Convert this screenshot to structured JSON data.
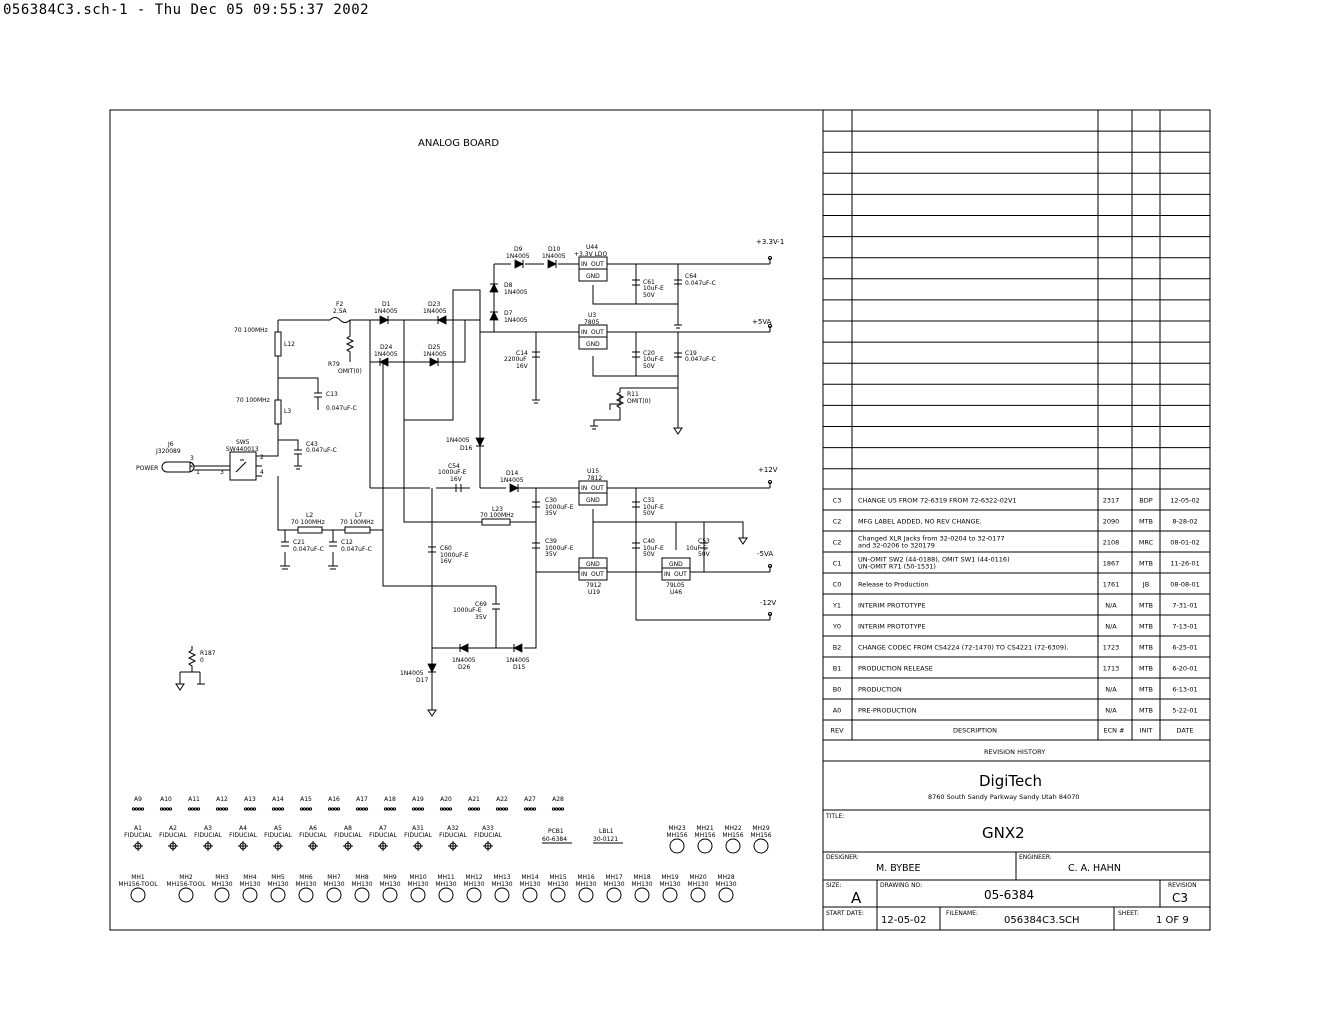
{
  "window": {
    "title": "056384C3.sch-1 - Thu Dec 05 09:55:37 2002"
  },
  "schematic": {
    "title": "ANALOG BOARD",
    "rails": [
      "+3.3V-1",
      "+5VA",
      "+12V",
      "-5VA",
      "-12V"
    ],
    "parts": {
      "f2": [
        "F2",
        "2.5A"
      ],
      "r79": [
        "R79",
        "OMIT(0)"
      ],
      "l12": [
        "70 100MHz",
        "L12"
      ],
      "l3": [
        "70 100MHz",
        "L3"
      ],
      "c13": [
        "C13",
        "0.047uF-C"
      ],
      "c43": [
        "C43",
        "0.047uF-C"
      ],
      "j6": [
        "J6",
        "J320089",
        "POWER"
      ],
      "sw5": [
        "SW5",
        "SW440013"
      ],
      "d1": [
        "D1",
        "1N4005"
      ],
      "d23": [
        "D23",
        "1N4005"
      ],
      "d24": [
        "D24",
        "1N4005"
      ],
      "d25": [
        "D25",
        "1N4005"
      ],
      "d9": [
        "D9",
        "1N4005"
      ],
      "d10": [
        "D10",
        "1N4005"
      ],
      "d8": [
        "D8",
        "1N4005"
      ],
      "d7": [
        "D7",
        "1N4005"
      ],
      "u44": [
        "U44",
        "+3.3V LDO",
        "IN",
        "OUT",
        "GND"
      ],
      "u3": [
        "U3",
        "7805",
        "IN",
        "OUT",
        "GND"
      ],
      "c61": [
        "C61",
        "10uF-E",
        "50V"
      ],
      "c64": [
        "C64",
        "0.047uF-C"
      ],
      "c14": [
        "C14",
        "2200uF",
        "16V"
      ],
      "c20": [
        "C20",
        "10uF-E",
        "50V"
      ],
      "c19": [
        "C19",
        "0.047uF-C"
      ],
      "r11": [
        "R11",
        "OMIT(0)"
      ],
      "d16": [
        "1N4005",
        "D16"
      ],
      "c54": [
        "C54",
        "1000uF-E",
        "16V"
      ],
      "d14": [
        "D14",
        "1N4005"
      ],
      "u15": [
        "U15",
        "7812",
        "IN",
        "OUT",
        "GND"
      ],
      "c30": [
        "C30",
        "1000uF-E",
        "35V"
      ],
      "c31": [
        "C31",
        "10uF-E",
        "50V"
      ],
      "l23": [
        "L23",
        "70 100MHz"
      ],
      "l2": [
        "L2",
        "70 100MHz"
      ],
      "l7": [
        "L7",
        "70 100MHz"
      ],
      "c21": [
        "C21",
        "0.047uF-C"
      ],
      "c12": [
        "C12",
        "0.047uF-C"
      ],
      "c39": [
        "C39",
        "1000uF-E",
        "35V"
      ],
      "c40": [
        "C40",
        "10uF-E",
        "50V"
      ],
      "c53": [
        "C53",
        "10uF-E",
        "50V"
      ],
      "u19": [
        "7912",
        "U19",
        "GND",
        "IN",
        "OUT"
      ],
      "u46": [
        "79L05",
        "U46",
        "GND",
        "IN",
        "OUT"
      ],
      "c60": [
        "C60",
        "1000uF-E",
        "16V"
      ],
      "c69": [
        "C69",
        "1000uF-E",
        "35V"
      ],
      "d26": [
        "1N4005",
        "D26"
      ],
      "d15": [
        "1N4005",
        "D15"
      ],
      "d17": [
        "1N4005",
        "D17"
      ],
      "r187": [
        "R187",
        "0"
      ]
    },
    "pin_numbers": {
      "one": "1",
      "two": "2",
      "three": "3",
      "four": "4"
    },
    "test_points": [
      "A9",
      "A10",
      "A11",
      "A12",
      "A13",
      "A14",
      "A15",
      "A16",
      "A17",
      "A18",
      "A19",
      "A20",
      "A21",
      "A22",
      "A27",
      "A28"
    ],
    "fiducials": [
      {
        "ref": "A1",
        "label": "FIDUCIAL"
      },
      {
        "ref": "A2",
        "label": "FIDUCIAL"
      },
      {
        "ref": "A3",
        "label": "FIDUCIAL"
      },
      {
        "ref": "A4",
        "label": "FIDUCIAL"
      },
      {
        "ref": "A5",
        "label": "FIDUCIAL"
      },
      {
        "ref": "A6",
        "label": "FIDUCIAL"
      },
      {
        "ref": "A8",
        "label": "FIDUCIAL"
      },
      {
        "ref": "A7",
        "label": "FIDUCIAL"
      },
      {
        "ref": "A31",
        "label": "FIDUCIAL"
      },
      {
        "ref": "A32",
        "label": "FIDUCIAL"
      },
      {
        "ref": "A33",
        "label": "FIDUCIAL"
      }
    ],
    "pcb": {
      "ref": "PCB1",
      "value": "60-6384"
    },
    "lbl": {
      "ref": "LBL1",
      "value": "30-0121"
    },
    "top_mounting_holes": [
      {
        "ref": "MH23",
        "value": "MH156"
      },
      {
        "ref": "MH21",
        "value": "MH156"
      },
      {
        "ref": "MH22",
        "value": "MH156"
      },
      {
        "ref": "MH29",
        "value": "MH156"
      }
    ],
    "mounting_holes": [
      {
        "ref": "MH1",
        "value": "MH156-TOOL"
      },
      {
        "ref": "MH2",
        "value": "MH156-TOOL"
      },
      {
        "ref": "MH3",
        "value": "MH130"
      },
      {
        "ref": "MH4",
        "value": "MH130"
      },
      {
        "ref": "MH5",
        "value": "MH130"
      },
      {
        "ref": "MH6",
        "value": "MH130"
      },
      {
        "ref": "MH7",
        "value": "MH130"
      },
      {
        "ref": "MH8",
        "value": "MH130"
      },
      {
        "ref": "MH9",
        "value": "MH130"
      },
      {
        "ref": "MH10",
        "value": "MH130"
      },
      {
        "ref": "MH11",
        "value": "MH130"
      },
      {
        "ref": "MH12",
        "value": "MH130"
      },
      {
        "ref": "MH13",
        "value": "MH130"
      },
      {
        "ref": "MH14",
        "value": "MH130"
      },
      {
        "ref": "MH15",
        "value": "MH130"
      },
      {
        "ref": "MH16",
        "value": "MH130"
      },
      {
        "ref": "MH17",
        "value": "MH130"
      },
      {
        "ref": "MH18",
        "value": "MH130"
      },
      {
        "ref": "MH19",
        "value": "MH130"
      },
      {
        "ref": "MH20",
        "value": "MH130"
      },
      {
        "ref": "MH28",
        "value": "MH130"
      }
    ]
  },
  "revision_table": {
    "headers": {
      "rev": "REV",
      "description": "DESCRIPTION",
      "ecn": "ECN #",
      "init": "INIT",
      "date": "DATE"
    },
    "rows": [
      {
        "rev": "C3",
        "description": "CHANGE U5 FROM 72-6319 FROM 72-6322-02V1",
        "ecn": "2317",
        "init": "BDP",
        "date": "12-05-02"
      },
      {
        "rev": "C2",
        "description": "MFG LABEL ADDED, NO REV CHANGE.",
        "ecn": "2090",
        "init": "MTB",
        "date": "8-28-02"
      },
      {
        "rev": "C2",
        "description": "Changed XLR Jacks from 32-0204 to 32-0177",
        "description2": "and 32-0206 to 320179",
        "ecn": "2108",
        "init": "MRC",
        "date": "08-01-02"
      },
      {
        "rev": "C1",
        "description": "UN-OMIT SW2 (44-0188), OMIT SW1 (44-0116)",
        "description2": "UN-OMIT R71 (50-1531)",
        "ecn": "1867",
        "init": "MTB",
        "date": "11-26-01"
      },
      {
        "rev": "C0",
        "description": "Release to Production",
        "ecn": "1761",
        "init": "JB",
        "date": "08-08-01"
      },
      {
        "rev": "Y1",
        "description": "INTERIM PROTOTYPE",
        "ecn": "N/A",
        "init": "MTB",
        "date": "7-31-01"
      },
      {
        "rev": "Y0",
        "description": "INTERIM PROTOTYPE",
        "ecn": "N/A",
        "init": "MTB",
        "date": "7-13-01"
      },
      {
        "rev": "B2",
        "description": "CHANGE CODEC FROM CS4224 (72-1470) TO CS4221 (72-6309).",
        "ecn": "1723",
        "init": "MTB",
        "date": "6-25-01"
      },
      {
        "rev": "B1",
        "description": "PRODUCTION RELEASE",
        "ecn": "1713",
        "init": "MTB",
        "date": "6-20-01"
      },
      {
        "rev": "B0",
        "description": "PRODUCTION",
        "ecn": "N/A",
        "init": "MTB",
        "date": "6-13-01"
      },
      {
        "rev": "A0",
        "description": "PRE-PRODUCTION",
        "ecn": "N/A",
        "init": "MTB",
        "date": "5-22-01"
      }
    ],
    "caption": "REVISION HISTORY"
  },
  "title_block": {
    "company": "DigiTech",
    "address": "8760 South Sandy Parkway  Sandy  Utah  84070",
    "title_label": "TITLE:",
    "title": "GNX2",
    "designer_label": "DESIGNER:",
    "designer": "M. BYBEE",
    "engineer_label": "ENGINEER:",
    "engineer": "C. A. HAHN",
    "size_label": "SIZE:",
    "size": "A",
    "drawing_no_label": "DRAWING NO:",
    "drawing_no": "05-6384",
    "revision_label": "REVISION",
    "revision": "C3",
    "start_date_label": "START DATE:",
    "start_date": "12-05-02",
    "filename_label": "FILENAME:",
    "filename": "056384C3.SCH",
    "sheet_label": "SHEET:",
    "sheet": "1 OF 9"
  }
}
